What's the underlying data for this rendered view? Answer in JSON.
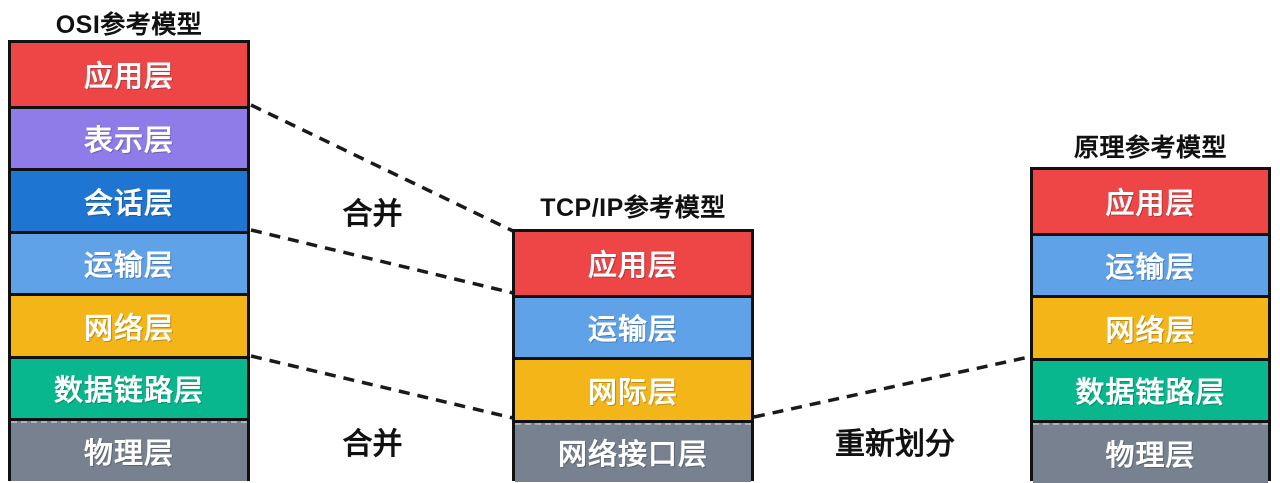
{
  "diagram": {
    "background_color": "#ffffff",
    "border_color": "#111111",
    "layer_text_color": "#ffffff",
    "connector_line_color": "#1a1a1a",
    "models": [
      {
        "title": "OSI参考模型",
        "layers": [
          {
            "label": "应用层",
            "color": "#ee4547"
          },
          {
            "label": "表示层",
            "color": "#8f7ce8"
          },
          {
            "label": "会话层",
            "color": "#1e75d2"
          },
          {
            "label": "运输层",
            "color": "#5fa2e8"
          },
          {
            "label": "网络层",
            "color": "#f3b517"
          },
          {
            "label": "数据链路层",
            "color": "#09b78f"
          },
          {
            "label": "物理层",
            "color": "#77818f"
          }
        ]
      },
      {
        "title": "TCP/IP参考模型",
        "layers": [
          {
            "label": "应用层",
            "color": "#ee4547"
          },
          {
            "label": "运输层",
            "color": "#5fa2e8"
          },
          {
            "label": "网际层",
            "color": "#f3b517"
          },
          {
            "label": "网络接口层",
            "color": "#77818f"
          }
        ]
      },
      {
        "title": "原理参考模型",
        "layers": [
          {
            "label": "应用层",
            "color": "#ee4547"
          },
          {
            "label": "运输层",
            "color": "#5fa2e8"
          },
          {
            "label": "网络层",
            "color": "#f3b517"
          },
          {
            "label": "数据链路层",
            "color": "#09b78f"
          },
          {
            "label": "物理层",
            "color": "#77818f"
          }
        ]
      }
    ],
    "connectors": [
      {
        "label": "合并"
      },
      {
        "label": "合并"
      },
      {
        "label": "重新划分"
      }
    ]
  }
}
